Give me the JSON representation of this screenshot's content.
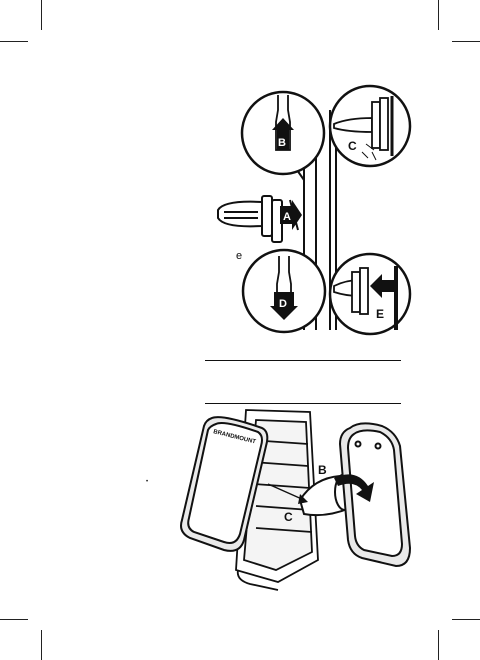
{
  "top_figure": {
    "label_a": "A",
    "label_b": "B",
    "label_c": "C",
    "label_d": "D",
    "label_e": "E",
    "stray_text": "e"
  },
  "bottom_figure": {
    "brand_text": "BRANDMOUNT",
    "label_b": "B",
    "label_c": "C",
    "stray_dot": "•"
  },
  "colors": {
    "ink": "#111111",
    "paper": "#ffffff",
    "grey": "#e6e6e6"
  }
}
